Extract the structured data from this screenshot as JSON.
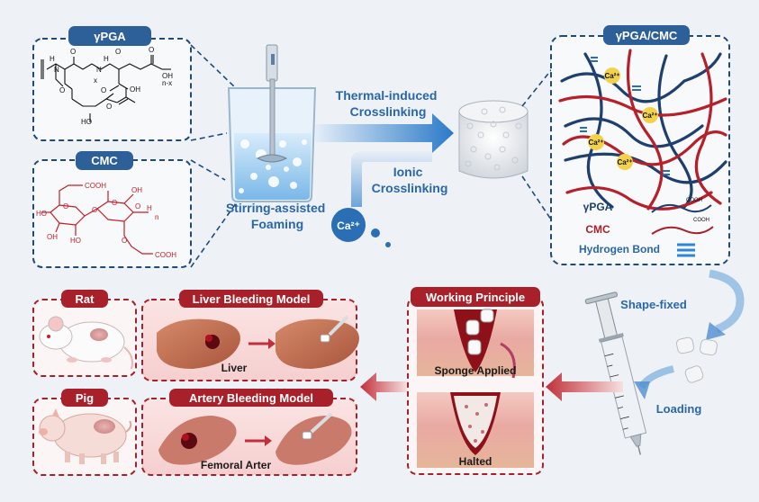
{
  "colors": {
    "navy": "#1f3f6e",
    "blue_text": "#2a67a8",
    "red_dark": "#a8202a",
    "crimson": "#c0303a",
    "ca_yellow": "#f3d24a",
    "hbond_blue": "#2f86d6"
  },
  "top": {
    "ypga_box": {
      "title": "γPGA",
      "atoms": {
        "h1": "H",
        "n1": "N",
        "n2": "N",
        "h2": "H",
        "x": "x",
        "o1": "O",
        "o2": "O",
        "o3": "O",
        "oh1": "OH",
        "nx": "n-x",
        "ho": "HO",
        "oh2": "OH",
        "o4": "O",
        "o5": "O",
        "o6": "O"
      }
    },
    "cmc_box": {
      "title": "CMC",
      "atoms": {
        "cooh1": "COOH",
        "cooh2": "COOH",
        "o1": "O",
        "o2": "O",
        "o3": "O",
        "o4": "O",
        "o5": "O",
        "ho1": "HO",
        "ho2": "HO",
        "oh1": "OH",
        "oh2": "OH",
        "h": "H",
        "n": "n"
      }
    },
    "step_foaming": [
      "Stirring-assisted",
      "Foaming"
    ],
    "step_thermal": [
      "Thermal-induced",
      "Crosslinking"
    ],
    "step_ionic": [
      "Ionic",
      "Crosslinking"
    ],
    "ca_ion": "Ca²⁺",
    "network_box": {
      "title": "γPGA/CMC",
      "ca_labels": [
        "Ca²⁺",
        "Ca²⁺",
        "Ca²⁺",
        "Ca²⁺"
      ],
      "legend": [
        {
          "label": "γPGA",
          "color": "#1f3f6e"
        },
        {
          "label": "CMC",
          "color": "#a8202a"
        },
        {
          "label": "Hydrogen Bond",
          "color": "#2a67a8"
        }
      ],
      "legend_glyph_text": [
        "COOH",
        "COOH"
      ]
    }
  },
  "right": {
    "shape_fixed": "Shape-fixed",
    "loading": "Loading"
  },
  "bottom": {
    "working_principle": {
      "title": "Working Principle",
      "top_caption": "Sponge Applied",
      "bottom_caption": "Halted"
    },
    "rat": {
      "title": "Rat"
    },
    "pig": {
      "title": "Pig"
    },
    "liver_model": {
      "title": "Liver Bleeding Model",
      "caption": "Liver"
    },
    "artery_model": {
      "title": "Artery Bleeding Model",
      "caption": "Femoral Arter"
    }
  }
}
